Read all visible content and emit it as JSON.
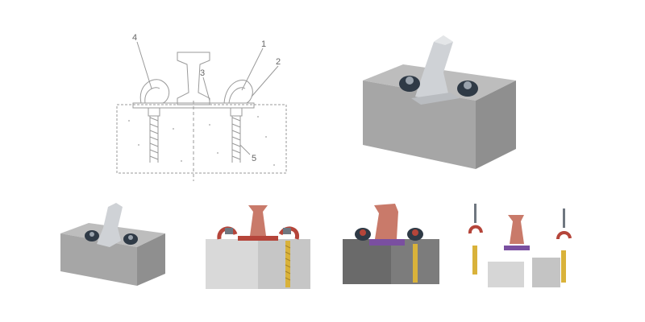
{
  "drawing": {
    "callouts": [
      "4",
      "1",
      "2",
      "3",
      "5"
    ]
  },
  "colors": {
    "concrete": "#a9a9a9",
    "rail_steel": "#c9ccd0",
    "rail_cutaway": "#c97a6a",
    "clip_dark": "#2f3a46",
    "clip_red": "#b5453a",
    "bolt_yellow": "#d9b23a",
    "pad_purple": "#7a4fa0",
    "line_drawing": "#9a9a9a"
  },
  "icons": [
    "rail-fastening-drawing",
    "sleeper-block-icon",
    "tension-clip-icon",
    "screw-spike-icon"
  ]
}
